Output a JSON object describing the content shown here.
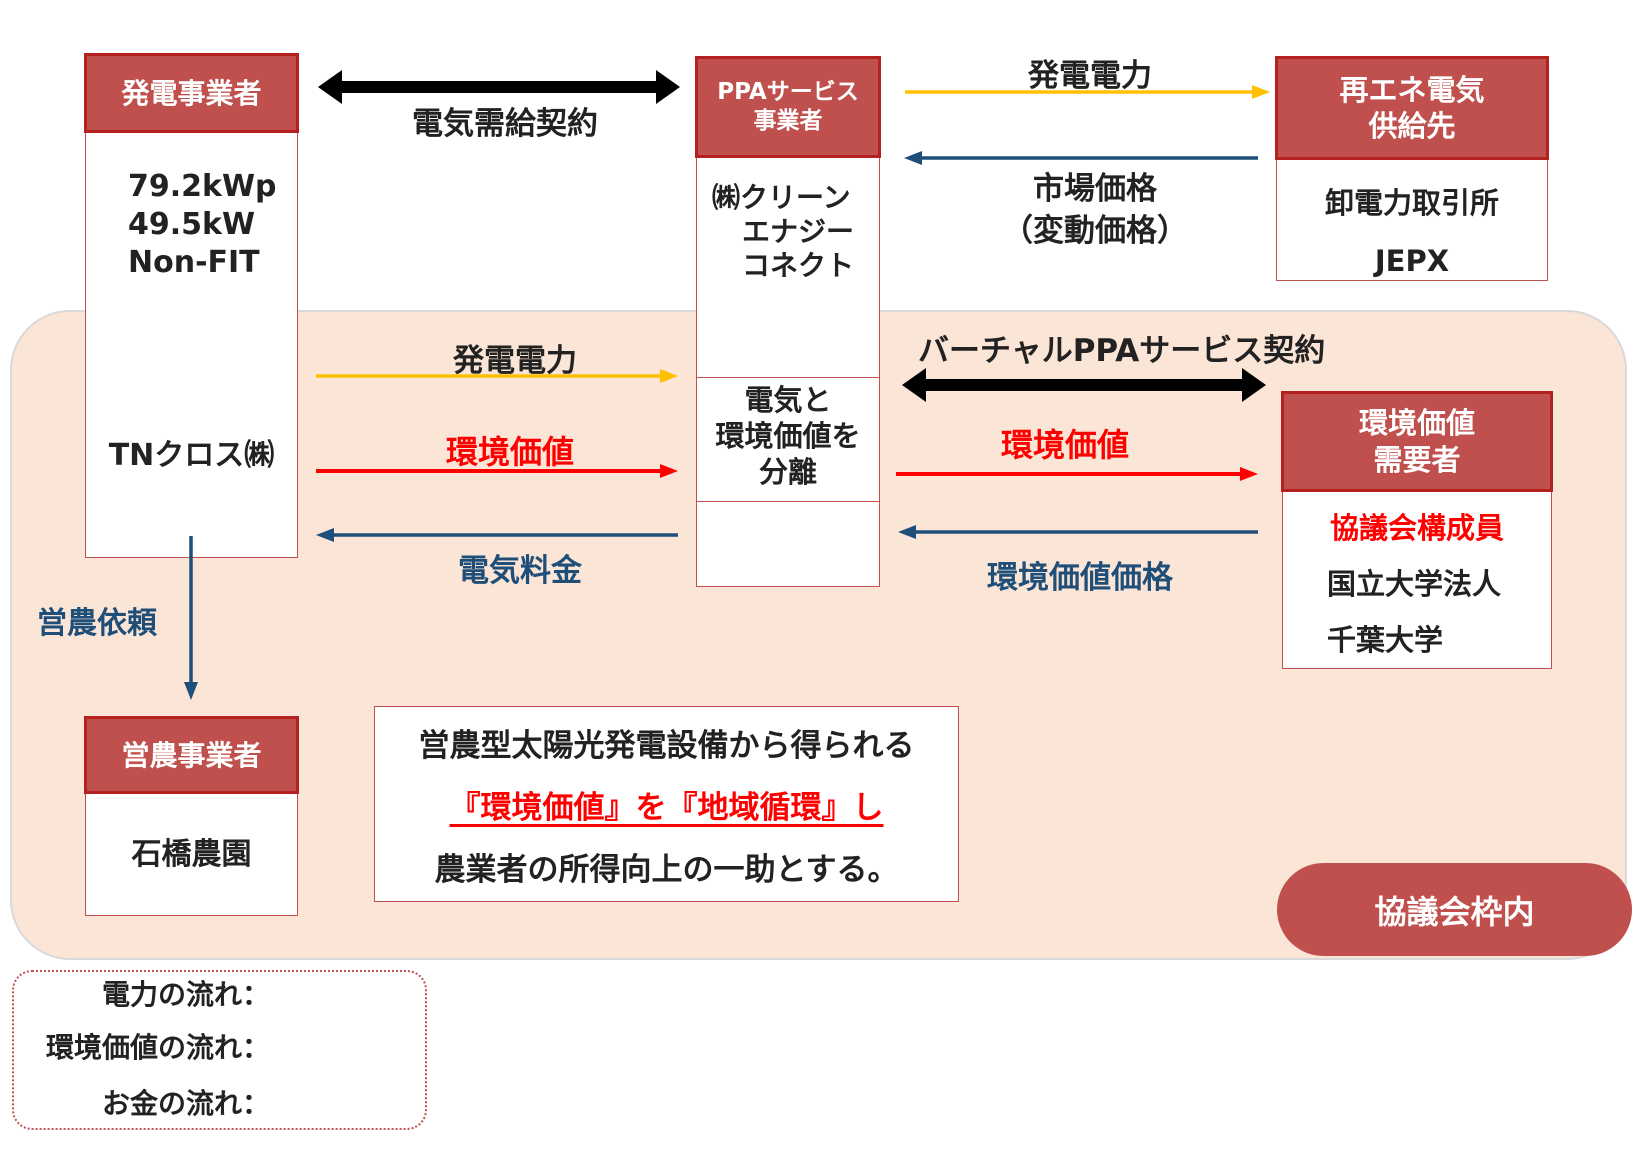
{
  "boxes": {
    "generator": {
      "header": "発電事業者",
      "lines": [
        "79.2kWp",
        "49.5kW",
        "Non-FIT"
      ],
      "company": "TNクロス㈱"
    },
    "ppa": {
      "header_lines": [
        "PPAサービス",
        "事業者"
      ],
      "company_lines": [
        "㈱クリーン",
        "エナジー",
        "コネクト"
      ],
      "separation_lines": [
        "電気と",
        "環境価値を",
        "分離"
      ]
    },
    "renewable_supply": {
      "header_lines": [
        "再エネ電気",
        "供給先"
      ],
      "items": [
        "卸電力取引所",
        "JEPX"
      ]
    },
    "env_demand": {
      "header_lines": [
        "環境価値",
        "需要者"
      ],
      "items": [
        "協議会構成員",
        "国立大学法人",
        "千葉大学"
      ]
    },
    "farm": {
      "header": "営農事業者",
      "item": "石橋農園"
    }
  },
  "flows": {
    "supply_contract": "電気需給契約",
    "top_power": "発電電力",
    "market_price_lines": [
      "市場価格",
      "（変動価格）"
    ],
    "virtual_ppa": "バーチャルPPAサービス契約",
    "power": "発電電力",
    "env_value_left": "環境価値",
    "electricity_fee": "電気料金",
    "env_value_right": "環境価値",
    "env_value_price": "環境価値価格",
    "farming_request": "営農依頼"
  },
  "message": {
    "line1": "営農型太陽光発電設備から得られる",
    "line2": "『環境価値』を『地域循環』し",
    "line3": "農業者の所得向上の一助とする。"
  },
  "council_label": "協議会枠内",
  "legend": {
    "power": "電力の流れ：",
    "env": "環境価値の流れ：",
    "money": "お金の流れ："
  },
  "colors": {
    "power": "#ffc000",
    "env": "#ff0000",
    "money": "#1f4e79",
    "header": "#c0504d",
    "region": "#fbe5d6",
    "contract": "#000000"
  }
}
